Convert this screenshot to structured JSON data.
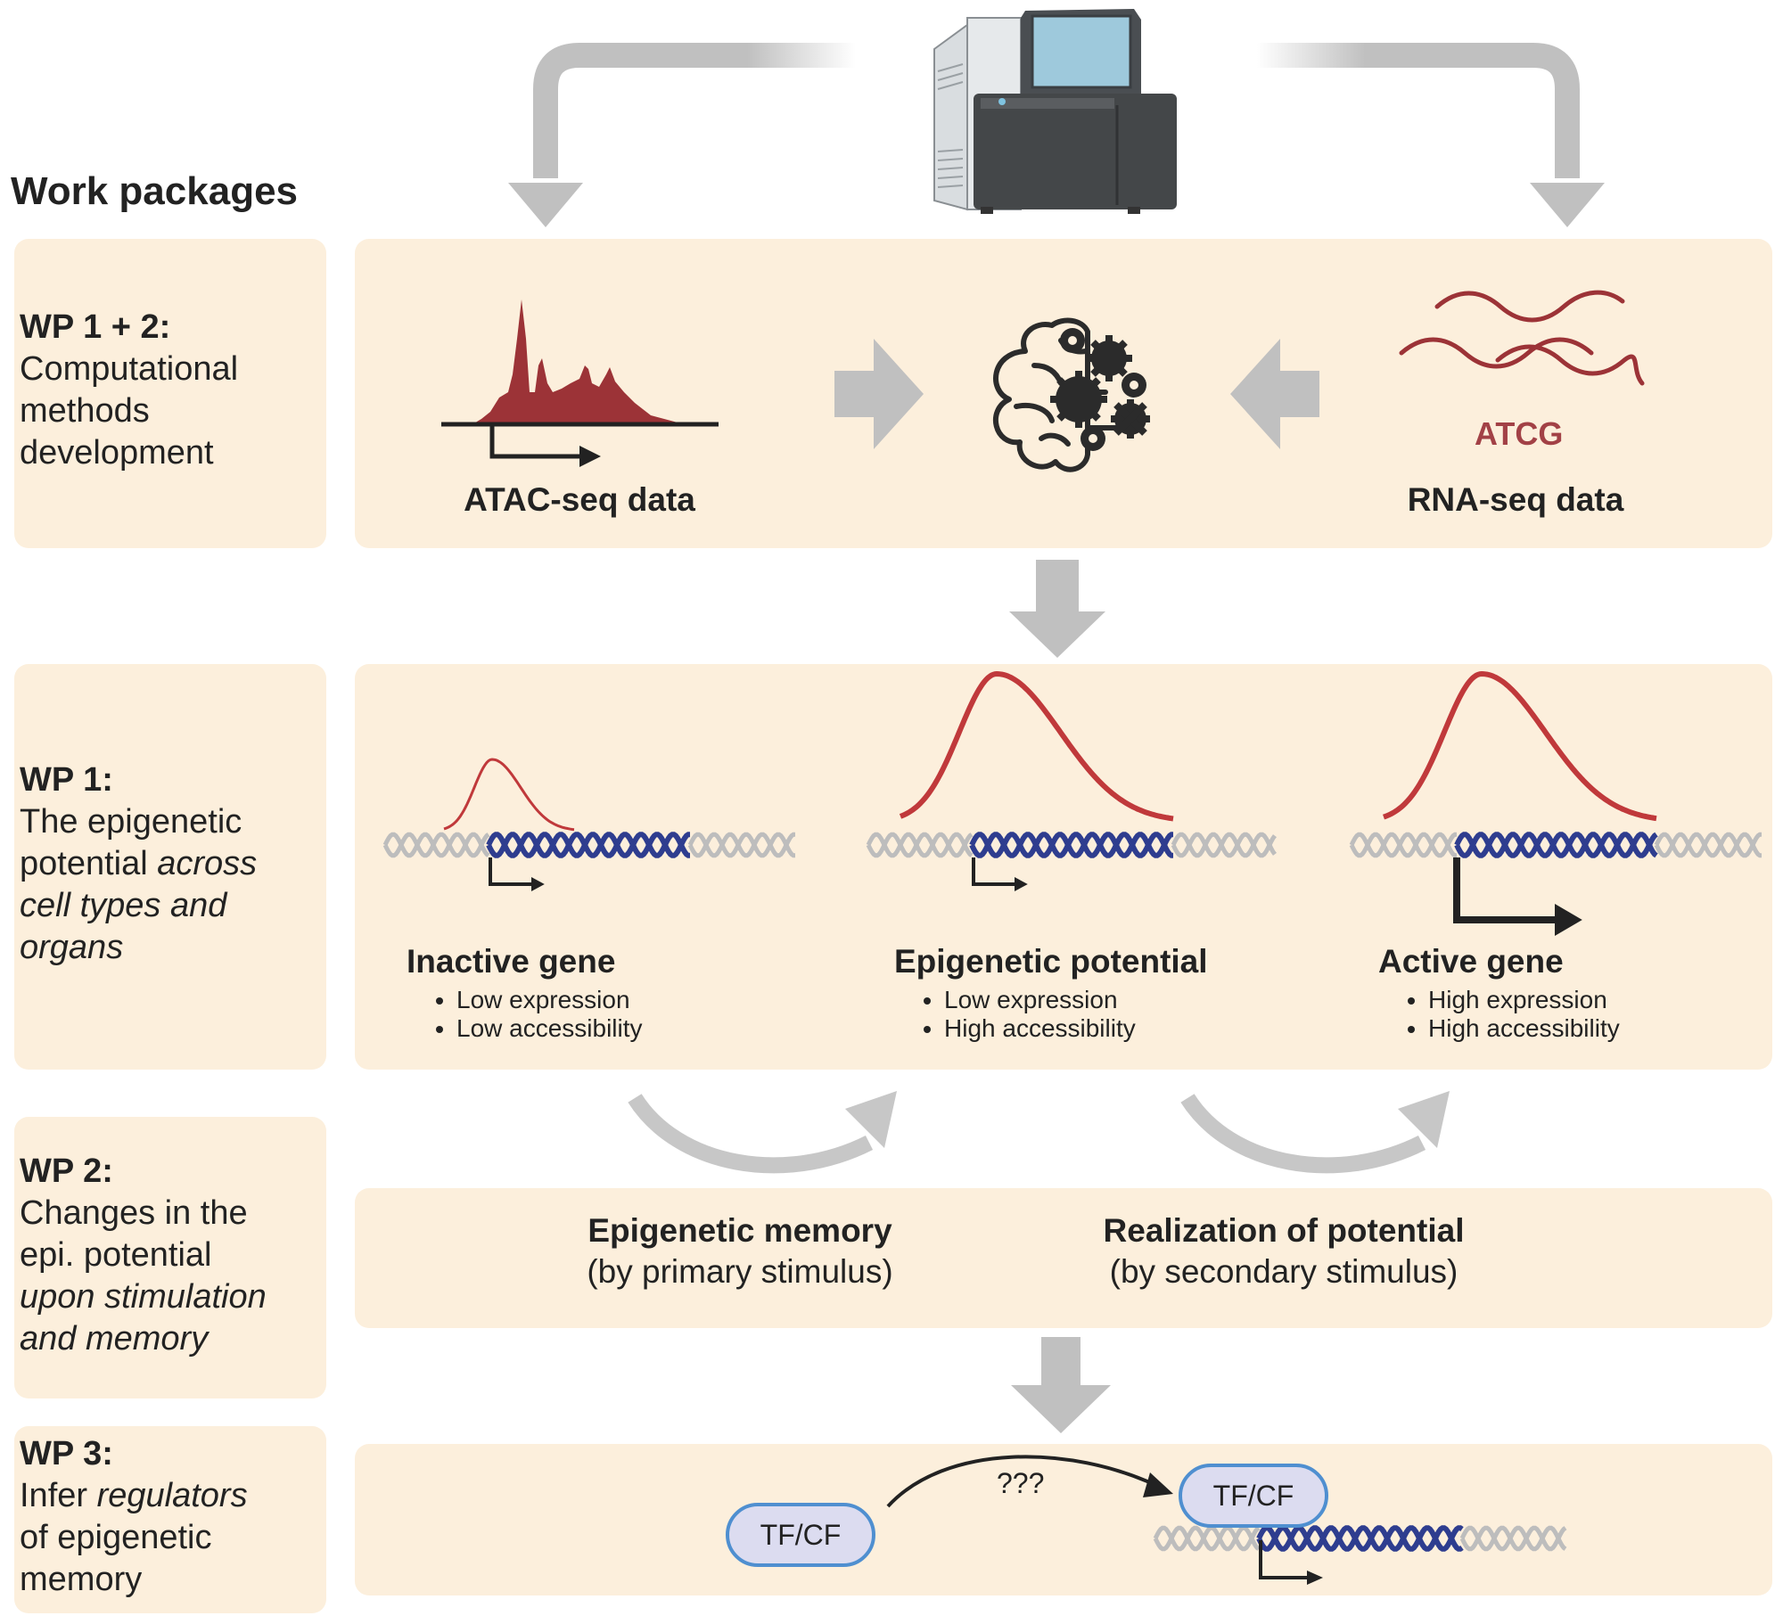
{
  "title": "Work packages",
  "work_packages": [
    {
      "id": "WP 1 + 2:",
      "lines": [
        {
          "text": "Computational",
          "italic": false
        },
        {
          "text": "methods",
          "italic": false
        },
        {
          "text": "development",
          "italic": false
        }
      ]
    },
    {
      "id": "WP 1:",
      "lines": [
        {
          "text": "The epigenetic",
          "italic": false
        },
        {
          "text": "potential ",
          "italic": false,
          "tail": "across",
          "tail_italic": true
        },
        {
          "text": "cell types and",
          "italic": true
        },
        {
          "text": "organs",
          "italic": true
        }
      ]
    },
    {
      "id": "WP 2:",
      "lines": [
        {
          "text": "Changes in the",
          "italic": false
        },
        {
          "text": "epi. potential",
          "italic": false
        },
        {
          "text": "upon stimulation",
          "italic": true
        },
        {
          "text": "and memory",
          "italic": true
        }
      ]
    },
    {
      "id": "WP 3:",
      "lines": [
        {
          "text": "Infer ",
          "italic": false,
          "tail": "regulators",
          "tail_italic": true
        },
        {
          "text": "of epigenetic",
          "italic": false
        },
        {
          "text": "memory",
          "italic": false
        }
      ]
    }
  ],
  "data_inputs": {
    "atac_label": "ATAC-seq data",
    "rna_label": "RNA-seq data",
    "rna_sequence": "ATCG"
  },
  "gene_states": [
    {
      "name": "Inactive gene",
      "bullets": [
        "Low expression",
        "Low accessibility"
      ]
    },
    {
      "name": "Epigenetic potential",
      "bullets": [
        "Low expression",
        "High accessibility"
      ]
    },
    {
      "name": "Active gene",
      "bullets": [
        "High expression",
        "High accessibility"
      ]
    }
  ],
  "transitions": [
    {
      "title": "Epigenetic memory",
      "subtitle": "(by primary stimulus)"
    },
    {
      "title": "Realization of potential",
      "subtitle": "(by secondary stimulus)"
    }
  ],
  "regulators": {
    "factor_label": "TF/CF",
    "unknown_label": "???"
  },
  "colors": {
    "panel": "#fcefdc",
    "arrow_gray": "#c0c0c0",
    "peak_red": "#c0393b",
    "atac_fill": "#9c3337",
    "dna_blue": "#2e3d8f",
    "dna_gray": "#bdbdbd",
    "pill_border": "#4f8fd0",
    "pill_fill": "#dcdcf0"
  },
  "icons": [
    "sequencer-icon",
    "brain-gears-icon",
    "rna-strands-icon",
    "dna-helix-icon",
    "tss-arrow-icon"
  ]
}
